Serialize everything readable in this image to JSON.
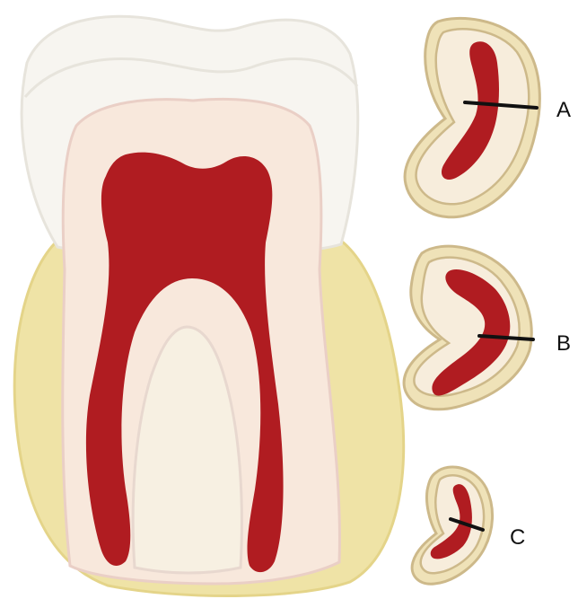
{
  "labels": {
    "a": "A",
    "b": "B",
    "c": "C"
  },
  "colors": {
    "enamel_fill": "#f7f5f0",
    "enamel_stroke": "#e7e4dc",
    "bone": "#efe3a6",
    "bone_stroke": "#e4d489",
    "dentin": "#f8e8dc",
    "dentin_stroke": "#eacfc6",
    "inner_bone": "#f7f0e2",
    "pulp": "#b01c21",
    "section_outer": "#efe2b8",
    "section_ring": "#cdb98a",
    "section_inner": "#f7eddc",
    "cut_line": "#111111"
  },
  "icons": {
    "tooth": "molar-tooth-cross-section",
    "section_a": "root-section-a",
    "section_b": "root-section-b",
    "section_c": "root-section-c"
  }
}
